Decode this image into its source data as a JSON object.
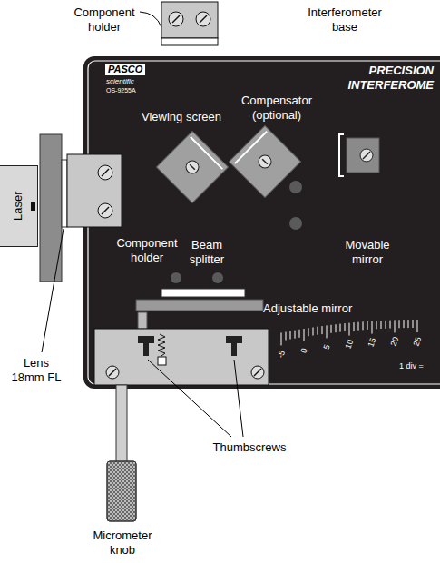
{
  "diagram": {
    "nodes": [
      {
        "text": [
          "Laser"
        ]
      }
    ],
    "labels": [
      "Component holder",
      "Interferometer base",
      "PASCO",
      "scientific",
      "OS-9255A",
      "PRECISION",
      "INTERFEROME",
      "Viewing screen",
      "Compensator (optional)",
      "Component holder",
      "Beam splitter",
      "Movable mirror",
      "Adjustable mirror",
      "Lens 18mm FL",
      "-5",
      "0",
      "5",
      "10",
      "15",
      "20",
      "25",
      "1 div =",
      "Thumbscrews",
      "Micrometer knob"
    ]
  }
}
